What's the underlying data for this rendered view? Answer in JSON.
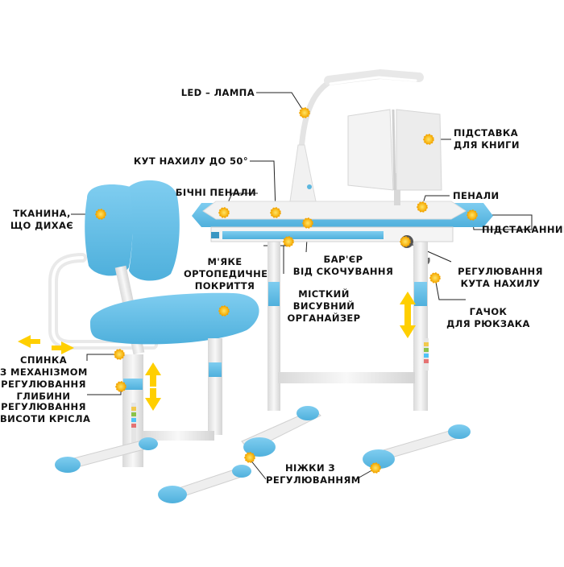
{
  "colors": {
    "accent": "#5bb7df",
    "accent_dark": "#3a96c2",
    "frame": "#e8e8e8",
    "marker": "#ffcc00",
    "arrow": "#ffcf00"
  },
  "labels": {
    "led_lamp": "LED – ЛАМПА",
    "book_stand": [
      "ПІДСТАВКА",
      "ДЛЯ КНИГИ"
    ],
    "tilt_angle": "КУТ НАХИЛУ ДО 50°",
    "side_cases": "БІЧНІ ПЕНАЛИ",
    "pencil_cases": "ПЕНАЛИ",
    "breathable_fabric": [
      "ТКАНИНА,",
      "ЩО ДИХАЄ"
    ],
    "cup_holder": "ПІДСТАКАННИК",
    "anti_slip_barrier": [
      "БАР'ЄР",
      "ВІД СКОЧУВАННЯ"
    ],
    "soft_coating": [
      "М'ЯКЕ",
      "ОРТОПЕДИЧНЕ",
      "ПОКРИТТЯ"
    ],
    "tilt_adjust": [
      "РЕГУЛЮВАННЯ",
      "КУТА НАХИЛУ"
    ],
    "organizer": [
      "МІСТКИЙ",
      "ВИСУВНИЙ",
      "ОРГАНАЙЗЕР"
    ],
    "bag_hook": [
      "ГАЧОК",
      "ДЛЯ РЮКЗАКА"
    ],
    "backrest_depth": [
      "СПИНКА",
      "З МЕХАНІЗМОМ",
      "РЕГУЛЮВАННЯ",
      "ГЛИБИНИ"
    ],
    "chair_height": [
      "РЕГУЛЮВАННЯ",
      "ВИСОТИ КРІСЛА"
    ],
    "adjustable_legs": [
      "НІЖКИ З",
      "РЕГУЛЮВАННЯМ"
    ]
  }
}
